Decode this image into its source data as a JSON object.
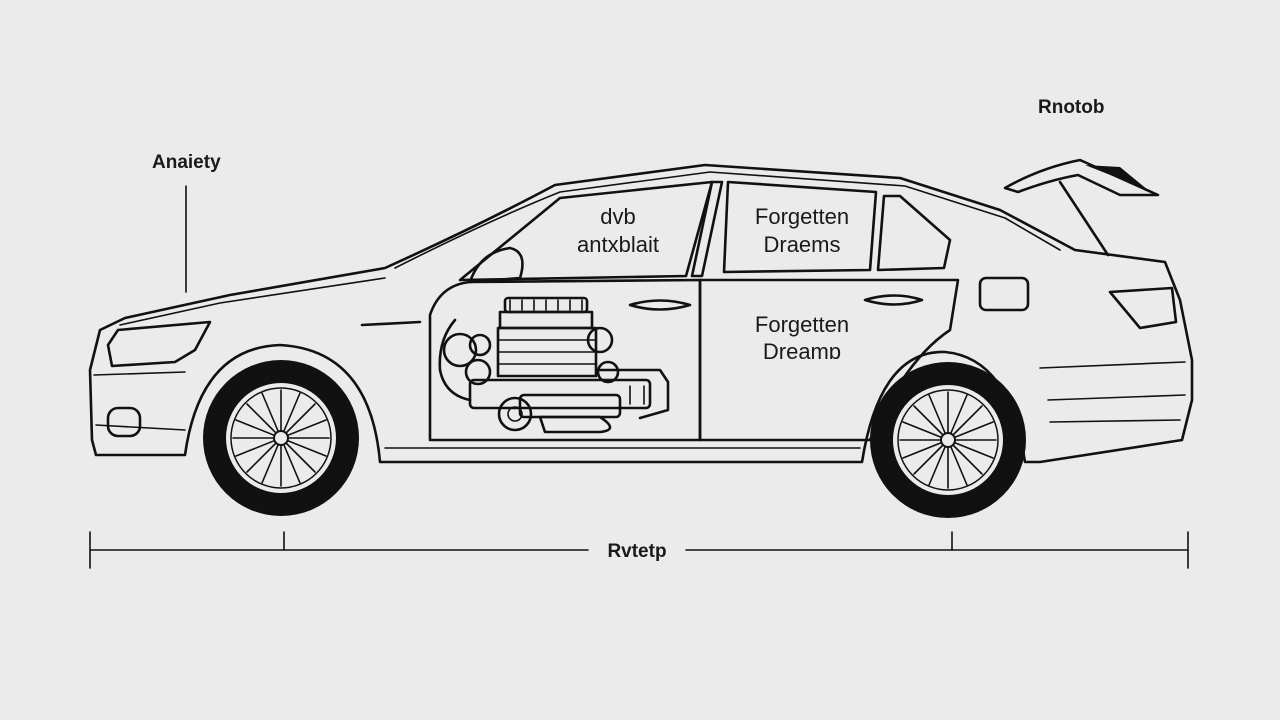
{
  "labels": {
    "top_left": "Anaiety",
    "top_right": "Rnotob",
    "front_window_line1": "dvb",
    "front_window_line2": "antxblait",
    "rear_window_line1": "Forgetten",
    "rear_window_line2": "Draems",
    "rear_door_line1": "Forgetten",
    "rear_door_line2": "Dreamɒ",
    "dimension": "Rvtetp"
  },
  "colors": {
    "background": "#ebebeb",
    "line": "#111111"
  }
}
